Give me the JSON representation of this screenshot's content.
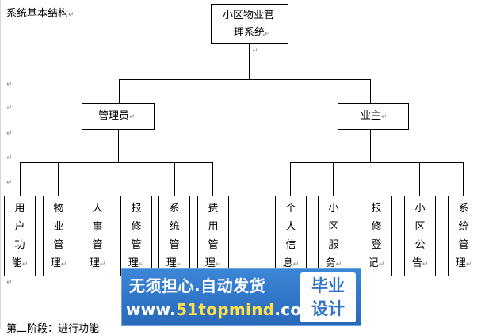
{
  "heading": "系统基本结构",
  "para_mark": "↵",
  "root": {
    "line1": "小区物业管",
    "line2": "理系统"
  },
  "admin": {
    "label": "管理员"
  },
  "owner": {
    "label": "业主"
  },
  "admin_children": [
    {
      "chars": [
        "用",
        "户",
        "功",
        "能"
      ]
    },
    {
      "chars": [
        "物",
        "业",
        "管",
        "理"
      ]
    },
    {
      "chars": [
        "人",
        "事",
        "管",
        "理"
      ]
    },
    {
      "chars": [
        "报",
        "修",
        "管",
        "理"
      ]
    },
    {
      "chars": [
        "系",
        "统",
        "管",
        "理"
      ]
    },
    {
      "chars": [
        "费",
        "用",
        "管",
        "理"
      ]
    }
  ],
  "owner_children": [
    {
      "chars": [
        "个",
        "人",
        "信",
        "息"
      ]
    },
    {
      "chars": [
        "小",
        "区",
        "服",
        "务"
      ]
    },
    {
      "chars": [
        "报",
        "修",
        "登",
        "记"
      ]
    },
    {
      "chars": [
        "小",
        "区",
        "公",
        "告"
      ]
    },
    {
      "chars": [
        "系",
        "统",
        "管",
        "理"
      ]
    }
  ],
  "watermark": {
    "slogan": "无须担心.自动发货",
    "url_prefix": "www.",
    "url_main": "51topmind",
    "url_suffix": ".com",
    "brand_line1": "毕业",
    "brand_line2": "设计",
    "bg_color": "#2f74c6",
    "accent_color": "#ffe04a"
  },
  "footer": "第二阶段：进行功能"
}
